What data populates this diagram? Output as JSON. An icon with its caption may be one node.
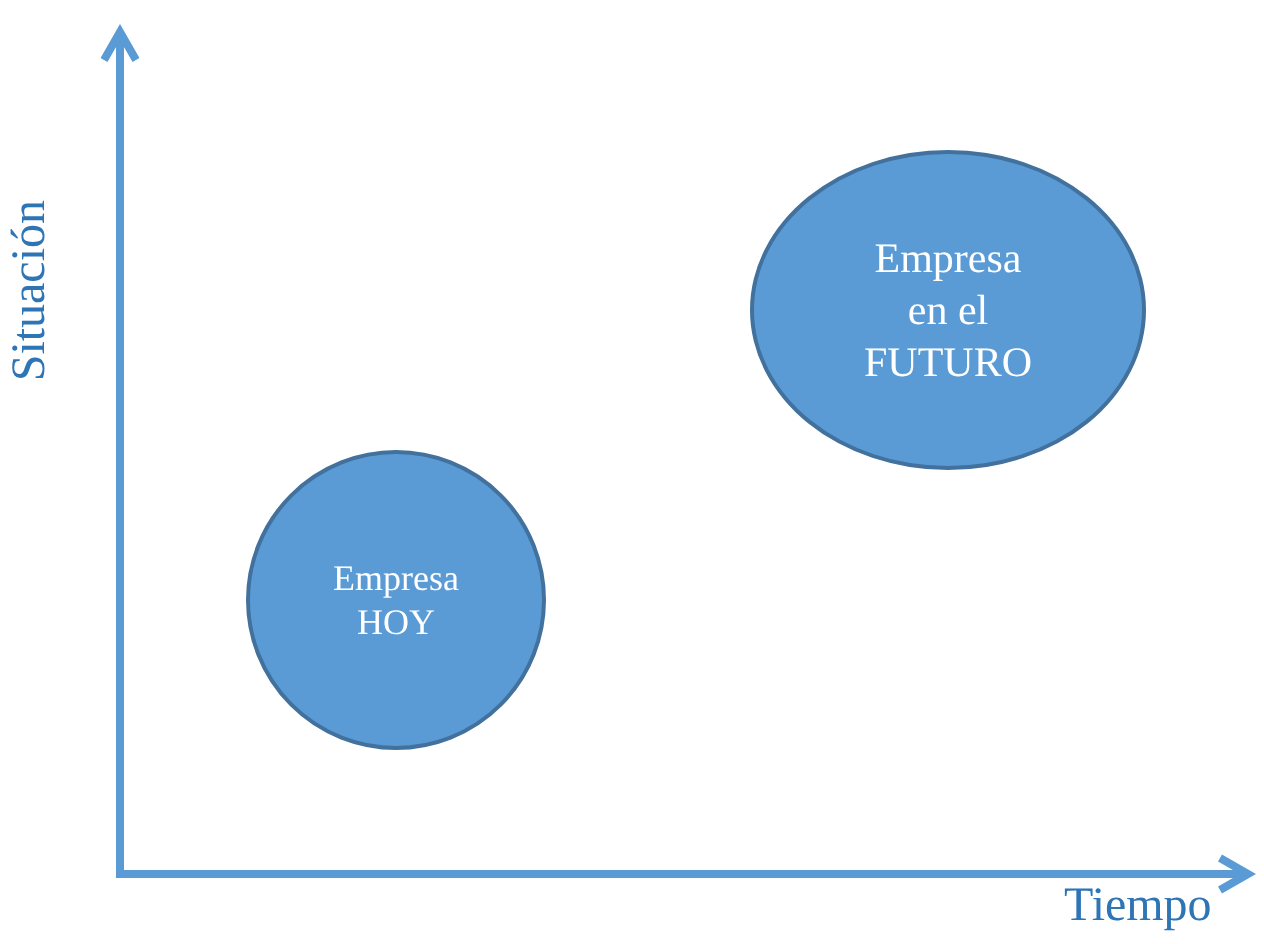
{
  "diagram": {
    "nodes": [
      {
        "text": [
          "Empresa HOY"
        ]
      },
      {
        "text": [
          "Empresa en el FUTURO"
        ]
      }
    ],
    "edges": [],
    "labels": [
      "Situación",
      "Tiempo"
    ]
  }
}
